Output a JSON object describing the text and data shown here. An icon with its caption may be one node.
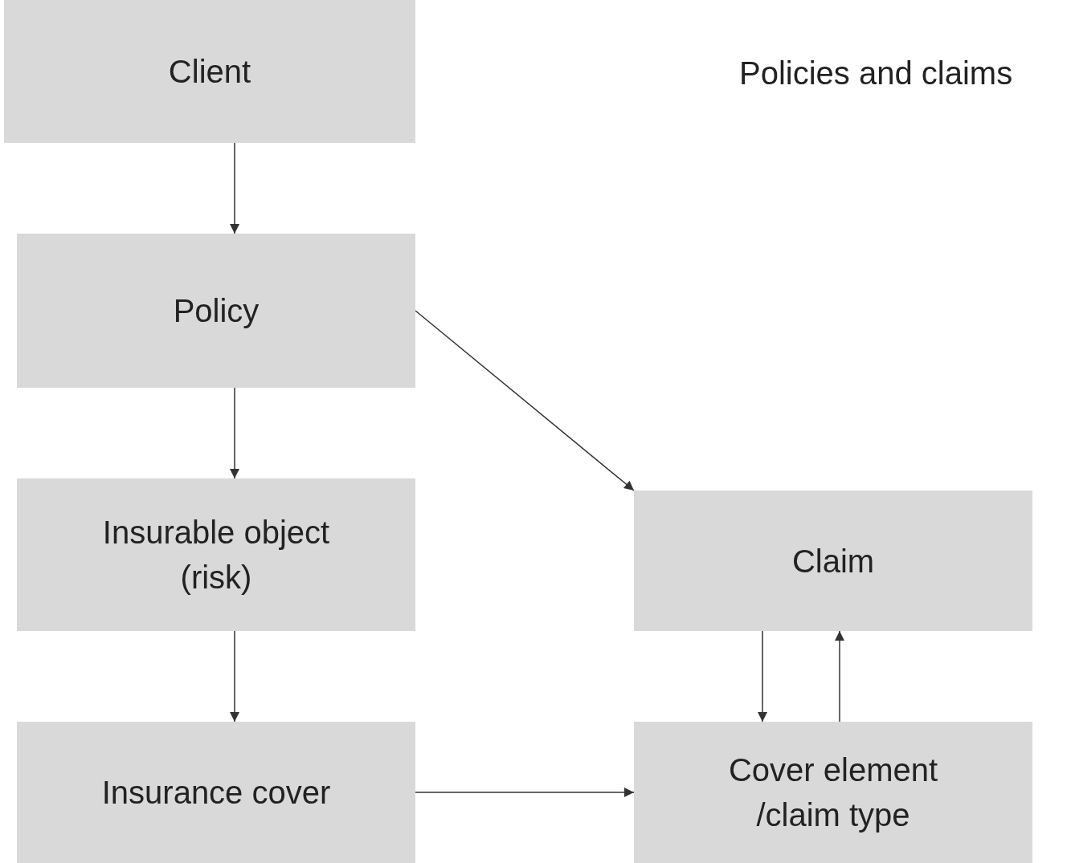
{
  "diagram": {
    "title": "Policies and claims",
    "nodes": [
      {
        "text": [
          "Client"
        ]
      },
      {
        "text": [
          "Policy"
        ]
      },
      {
        "text": [
          "Insurable object (risk)"
        ]
      },
      {
        "text": [
          "Insurance cover"
        ]
      },
      {
        "text": [
          "Claim"
        ]
      },
      {
        "text": [
          "Cover element /claim type"
        ]
      }
    ],
    "edges": [
      {
        "from": 0,
        "to": 1,
        "arrow": "to"
      },
      {
        "from": 1,
        "to": 2,
        "arrow": "to"
      },
      {
        "from": 2,
        "to": 3,
        "arrow": "to"
      },
      {
        "from": 1,
        "to": 4,
        "arrow": "to"
      },
      {
        "from": 3,
        "to": 5,
        "arrow": "to"
      },
      {
        "from": 4,
        "to": 5,
        "arrow": "to"
      },
      {
        "from": 5,
        "to": 4,
        "arrow": "to"
      }
    ]
  }
}
